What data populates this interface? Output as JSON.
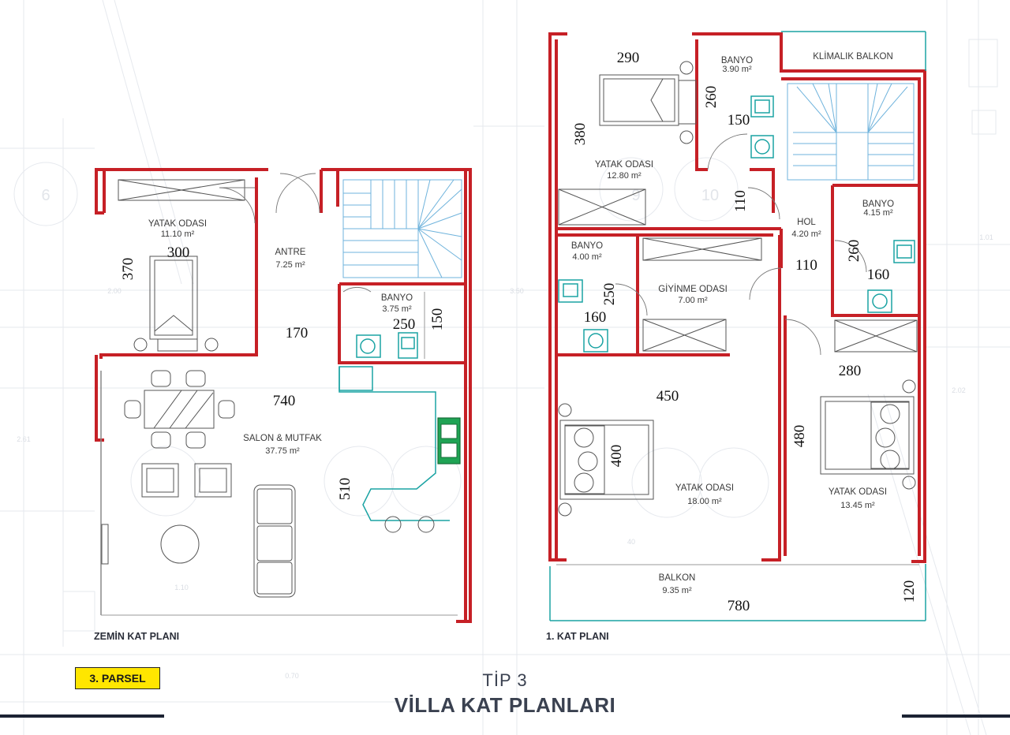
{
  "ground_floor": {
    "label": "ZEMİN KAT PLANI",
    "rooms": {
      "yatak_odasi": {
        "name": "YATAK ODASI",
        "area": "11.10 m²"
      },
      "antre": {
        "name": "ANTRE",
        "area": "7.25 m²"
      },
      "banyo": {
        "name": "BANYO",
        "area": "3.75 m²"
      },
      "salon": {
        "name": "SALON & MUTFAK",
        "area": "37.75 m²"
      }
    },
    "dimensions": {
      "d300": "300",
      "d370": "370",
      "d170": "170",
      "d250": "250",
      "d150": "150",
      "d740": "740",
      "d510": "510"
    }
  },
  "first_floor": {
    "label": "1. KAT PLANI",
    "rooms": {
      "yatak_odasi_1": {
        "name": "YATAK ODASI",
        "area": "12.80 m²"
      },
      "banyo_1": {
        "name": "BANYO",
        "area": "3.90 m²"
      },
      "klimalik_balkon": {
        "name": "KLİMALIK BALKON"
      },
      "hol": {
        "name": "HOL",
        "area": "4.20 m²"
      },
      "banyo_2": {
        "name": "BANYO",
        "area": "4.15 m²"
      },
      "banyo_3": {
        "name": "BANYO",
        "area": "4.00 m²"
      },
      "giyinme_odasi": {
        "name": "GİYİNME ODASI",
        "area": "7.00 m²"
      },
      "yatak_odasi_2": {
        "name": "YATAK ODASI",
        "area": "18.00 m²"
      },
      "yatak_odasi_3": {
        "name": "YATAK ODASI",
        "area": "13.45 m²"
      },
      "balkon": {
        "name": "BALKON",
        "area": "9.35 m²"
      }
    },
    "dimensions": {
      "d290": "290",
      "d380": "380",
      "d260a": "260",
      "d150": "150",
      "d110a": "110",
      "d110b": "110",
      "d260b": "260",
      "d160a": "160",
      "d250": "250",
      "d160b": "160",
      "d450": "450",
      "d280": "280",
      "d400": "400",
      "d480": "480",
      "d780": "780",
      "d120": "120"
    }
  },
  "parcel_badge": "3. PARSEL",
  "subtitle": "TİP 3",
  "title": "VİLLA KAT PLANLARI",
  "colors": {
    "wall": "#c62026",
    "stair": "#6fb3dc",
    "kitchen": "#1aa3a3",
    "badge": "#ffe600",
    "title": "#3a4150"
  }
}
